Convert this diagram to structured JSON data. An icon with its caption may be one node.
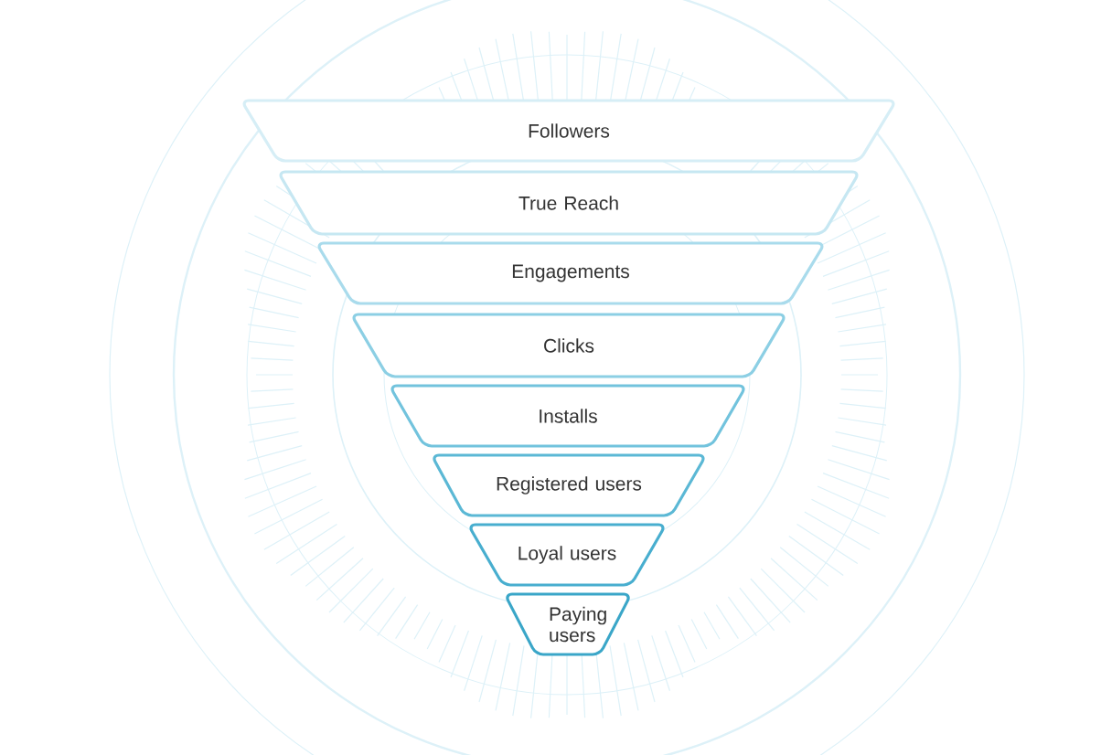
{
  "diagram": {
    "nodes": [
      {
        "text": [
          "Followers"
        ]
      },
      {
        "text": [
          "True Reach"
        ]
      },
      {
        "text": [
          "Engagements"
        ]
      },
      {
        "text": [
          "Clicks"
        ]
      },
      {
        "text": [
          "Installs"
        ]
      },
      {
        "text": [
          "Registered users"
        ]
      },
      {
        "text": [
          "Loyal users"
        ]
      },
      {
        "text": [
          "Paying users"
        ]
      }
    ]
  }
}
